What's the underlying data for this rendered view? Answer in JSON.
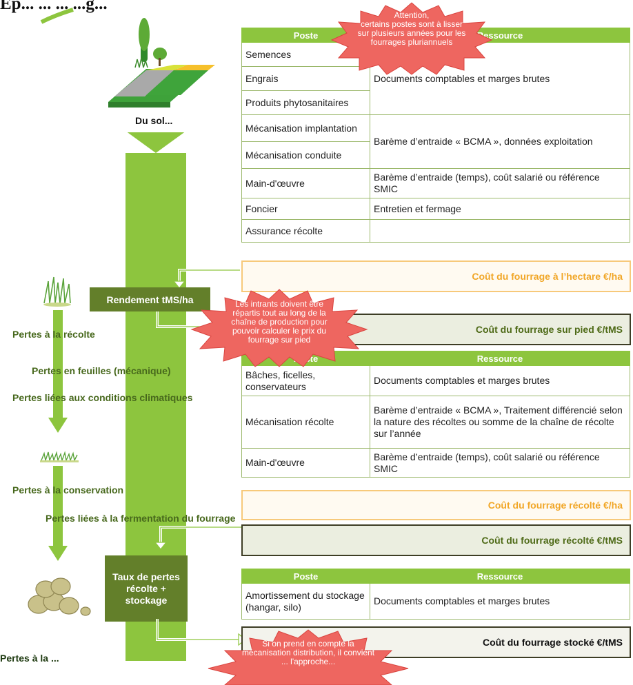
{
  "page_title": "Ép... ... ... ...g...",
  "du_sol": "Du sol...",
  "rendement": "Rendement tMS/ha",
  "taux_pertes": "Taux de pertes récolte + stockage",
  "bursts": {
    "attention": [
      "Attention,",
      "certains postes sont à lisser",
      "sur plusieurs années pour les",
      "fourrages pluriannuels"
    ],
    "intrants": [
      "Les intrants doivent être",
      "répartis tout au long de la",
      "chaîne de production pour",
      "pouvoir calculer le prix du",
      "fourrage sur pied"
    ],
    "distribution": [
      "Si on prend en compte la",
      "mécanisation distribution, il convient",
      "... l'approche..."
    ]
  },
  "table1": {
    "header_poste": "Poste",
    "header_ressource": "Ressource",
    "postes": [
      "Semences",
      "Engrais",
      "Produits phytosanitaires",
      "Mécanisation implantation",
      "Mécanisation conduite",
      "Main-d'œuvre",
      "Foncier",
      "Assurance récolte"
    ],
    "res_docs": "Documents comptables et marges brutes",
    "res_bcma": "Barème d’entraide « BCMA », données exploitation",
    "res_mo": "Barème d’entraide (temps), coût salarié ou référence SMIC",
    "res_foncier": "Entretien et fermage",
    "res_assurance": ""
  },
  "cost_hectare": "Coût du fourrage à l’hectare €/ha",
  "cost_pied": "Coût du fourrage sur pied €/tMS",
  "table2": {
    "header_poste": "Poste",
    "header_ressource": "Ressource",
    "rows": [
      {
        "poste": "Bâches, ficelles, conservateurs",
        "ressource": "Documents comptables et marges brutes"
      },
      {
        "poste": "Mécanisation récolte",
        "ressource": "Barème d’entraide « BCMA », Traitement différencié selon la nature des récoltes ou somme de la chaîne de récolte sur l’année"
      },
      {
        "poste": "Main-d'œuvre",
        "ressource": "Barème d’entraide (temps), coût salarié ou référence SMIC"
      }
    ]
  },
  "cost_recolte_ha": "Coût du fourrage récolté €/ha",
  "cost_recolte_tms": "Coût du fourrage récolté €/tMS",
  "table3": {
    "header_poste": "Poste",
    "header_ressource": "Ressource",
    "rows": [
      {
        "poste": "Amortissement du stockage (hangar, silo)",
        "ressource": "Documents comptables et marges brutes"
      }
    ]
  },
  "cost_stocke": "Coût du fourrage stocké €/tMS",
  "losses": {
    "pertes_recolte": "Pertes à la récolte",
    "pertes_feuilles": "Pertes en feuilles (mécanique)",
    "pertes_climat": "Pertes liées aux conditions climatiques",
    "pertes_conservation": "Pertes à la conservation",
    "pertes_fermentation": "Pertes liées à la fermentation du fourrage",
    "bottom_cut": "Pertes à la ..."
  },
  "colors": {
    "green": "#8dc53e",
    "dark_green": "#637f2a",
    "burst_red": "#ee6660",
    "orange_text": "#f1a626"
  }
}
